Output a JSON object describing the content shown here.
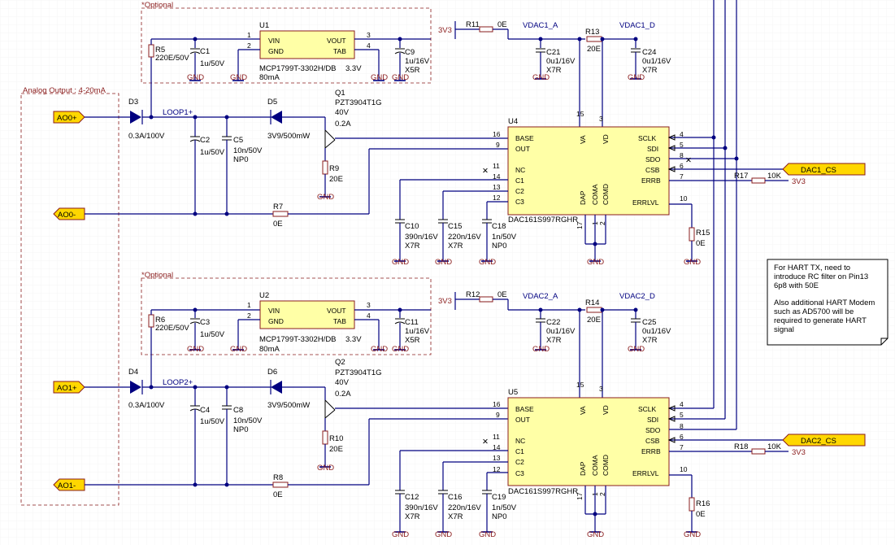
{
  "frames": {
    "analog_output": "Analog Output : 4-20mA",
    "optional_1": "*Optional",
    "optional_2": "*Optional"
  },
  "ports": {
    "ao0_plus": "AO0+",
    "ao0_minus": "AO0-",
    "ao1_plus": "AO1+",
    "ao1_minus": "AO1-",
    "dac1_cs": "DAC1_CS",
    "dac2_cs": "DAC2_CS"
  },
  "nets": {
    "loop1": "LOOP1+",
    "loop2": "LOOP2+",
    "vdac1_a": "VDAC1_A",
    "vdac1_d": "VDAC1_D",
    "vdac2_a": "VDAC2_A",
    "vdac2_d": "VDAC2_D",
    "v3v3": "3V3",
    "gnd": "GND"
  },
  "regulators": {
    "u1": {
      "ref": "U1",
      "part": "MCP1799T-3302H/DB",
      "current": "80mA",
      "vout": "3.3V"
    },
    "u2": {
      "ref": "U2",
      "part": "MCP1799T-3302H/DB",
      "current": "80mA",
      "vout": "3.3V"
    },
    "pins": {
      "vin": "VIN",
      "gnd": "GND",
      "vout": "VOUT",
      "tab": "TAB",
      "p1": "1",
      "p2": "2",
      "p3": "3",
      "p4": "4"
    }
  },
  "dacs": {
    "u4": {
      "ref": "U4",
      "part": "DAC161S997RGHR"
    },
    "u5": {
      "ref": "U5",
      "part": "DAC161S997RGHR"
    },
    "pins": {
      "base": "BASE",
      "out": "OUT",
      "nc": "NC",
      "c1": "C1",
      "c2": "C2",
      "c3": "C3",
      "va": "VA",
      "vd": "VD",
      "sclk": "SCLK",
      "sdi": "SDI",
      "sdo": "SDO",
      "csb": "CSB",
      "errb": "ERRB",
      "errlvl": "ERRLVL",
      "dap": "DAP",
      "coma": "COMA",
      "comd": "COMD",
      "n16": "16",
      "n9": "9",
      "n11": "11",
      "n14": "14",
      "n13": "13",
      "n12": "12",
      "n15": "15",
      "n3": "3",
      "n4": "4",
      "n5": "5",
      "n8": "8",
      "n6": "6",
      "n7": "7",
      "n10": "10",
      "n17": "17",
      "n1": "1",
      "n2": "2"
    }
  },
  "transistors": {
    "q1": {
      "ref": "Q1",
      "part": "PZT3904T1G",
      "v": "40V",
      "i": "0.2A"
    },
    "q2": {
      "ref": "Q2",
      "part": "PZT3904T1G",
      "v": "40V",
      "i": "0.2A"
    }
  },
  "diodes": {
    "d3": {
      "ref": "D3",
      "value": "0.3A/100V"
    },
    "d4": {
      "ref": "D4",
      "value": "0.3A/100V"
    },
    "d5": {
      "ref": "D5",
      "value": "3V9/500mW"
    },
    "d6": {
      "ref": "D6",
      "value": "3V9/500mW"
    }
  },
  "resistors": {
    "r5": {
      "ref": "R5",
      "value": "220E/50V"
    },
    "r6": {
      "ref": "R6",
      "value": "220E/50V"
    },
    "r7": {
      "ref": "R7",
      "value": "0E"
    },
    "r8": {
      "ref": "R8",
      "value": "0E"
    },
    "r9": {
      "ref": "R9",
      "value": "20E"
    },
    "r10": {
      "ref": "R10",
      "value": "20E"
    },
    "r11": {
      "ref": "R11",
      "value": "0E"
    },
    "r12": {
      "ref": "R12",
      "value": "0E"
    },
    "r13": {
      "ref": "R13",
      "value": "20E"
    },
    "r14": {
      "ref": "R14",
      "value": "20E"
    },
    "r15": {
      "ref": "R15",
      "value": "0E"
    },
    "r16": {
      "ref": "R16",
      "value": "0E"
    },
    "r17": {
      "ref": "R17",
      "value": "10K"
    },
    "r18": {
      "ref": "R18",
      "value": "10K"
    }
  },
  "capacitors": {
    "c1": {
      "ref": "C1",
      "value": "1u/50V"
    },
    "c3": {
      "ref": "C3",
      "value": "1u/50V"
    },
    "c2": {
      "ref": "C2",
      "value": "1u/50V"
    },
    "c4": {
      "ref": "C4",
      "value": "1u/50V"
    },
    "c5": {
      "ref": "C5",
      "value": "10n/50V",
      "dielectric": "NP0"
    },
    "c8": {
      "ref": "C8",
      "value": "10n/50V",
      "dielectric": "NP0"
    },
    "c9": {
      "ref": "C9",
      "value": "1u/16V",
      "dielectric": "X5R"
    },
    "c11": {
      "ref": "C11",
      "value": "1u/16V",
      "dielectric": "X5R"
    },
    "c21": {
      "ref": "C21",
      "value": "0u1/16V",
      "dielectric": "X7R"
    },
    "c22": {
      "ref": "C22",
      "value": "0u1/16V",
      "dielectric": "X7R"
    },
    "c24": {
      "ref": "C24",
      "value": "0u1/16V",
      "dielectric": "X7R"
    },
    "c25": {
      "ref": "C25",
      "value": "0u1/16V",
      "dielectric": "X7R"
    },
    "c10": {
      "ref": "C10",
      "value": "390n/16V",
      "dielectric": "X7R"
    },
    "c12": {
      "ref": "C12",
      "value": "390n/16V",
      "dielectric": "X7R"
    },
    "c15": {
      "ref": "C15",
      "value": "220n/16V",
      "dielectric": "X7R"
    },
    "c16": {
      "ref": "C16",
      "value": "220n/16V",
      "dielectric": "X7R"
    },
    "c18": {
      "ref": "C18",
      "value": "1n/50V",
      "dielectric": "NP0"
    },
    "c19": {
      "ref": "C19",
      "value": "1n/50V",
      "dielectric": "NP0"
    }
  },
  "note": {
    "line1": "For HART TX, need to",
    "line2": "introduce RC filter on Pin13",
    "line3": "6p8 with 50E",
    "line4": "Also additional HART Modem",
    "line5": "such as AD5700 will be",
    "line6": "required to generate HART",
    "line7": "signal"
  },
  "colors": {
    "wire": "#000080",
    "part_outline": "#8a1c1c",
    "ic_fill": "#ffffa6",
    "port_fill": "#ffd700"
  }
}
